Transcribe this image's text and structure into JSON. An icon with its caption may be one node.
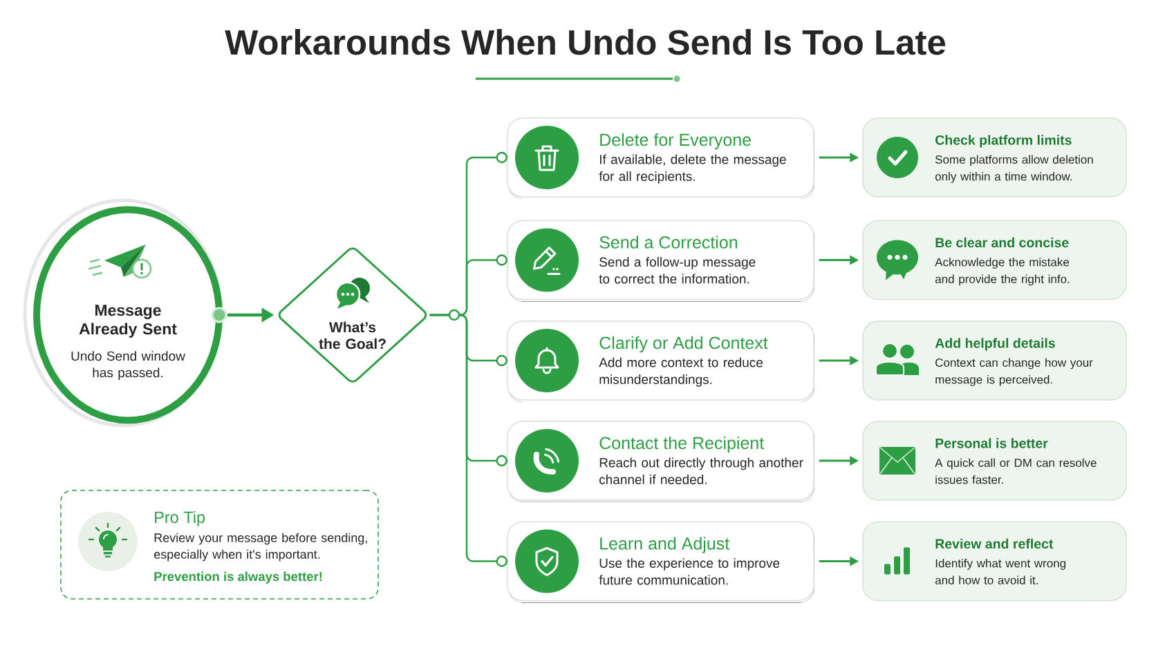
{
  "diagram": {
    "title": "Workarounds When Undo Send Is Too Late",
    "nodes": [
      {
        "text": [
          "Message Already Sent",
          "Undo Send window has passed."
        ]
      },
      {
        "text": [
          "What’s the Goal?"
        ]
      },
      {
        "text": [
          "Delete for Everyone",
          "If available, delete the message for all recipients."
        ]
      },
      {
        "text": [
          "Send a Correction",
          "Send a follow-up message to correct the information."
        ]
      },
      {
        "text": [
          "Clarify or Add Context",
          "Add more context to reduce misunderstandings."
        ]
      },
      {
        "text": [
          "Contact the Recipient",
          "Reach out directly through another channel if needed."
        ]
      },
      {
        "text": [
          "Learn and Adjust",
          "Use the experience to improve future communication."
        ]
      },
      {
        "text": [
          "Check platform limits",
          "Some platforms allow deletion only within a time window."
        ]
      },
      {
        "text": [
          "Be clear and concise",
          "Acknowledge the mistake and provide the right info."
        ]
      },
      {
        "text": [
          "Add helpful details",
          "Context can change how your message is perceived."
        ]
      },
      {
        "text": [
          "Personal is better",
          "A quick call or DM can resolve issues faster."
        ]
      },
      {
        "text": [
          "Review and reflect",
          "Identify what went wrong and how to avoid it."
        ]
      },
      {
        "text": [
          "Pro Tip",
          "Review your message before sending, especially when it's important.",
          "Prevention is always better!"
        ]
      }
    ],
    "edges": [
      {
        "from": 0,
        "to": 1,
        "arrow": "to"
      },
      {
        "from": 1,
        "to": 2,
        "arrow": "other"
      },
      {
        "from": 1,
        "to": 3,
        "arrow": "other"
      },
      {
        "from": 1,
        "to": 4,
        "arrow": "other"
      },
      {
        "from": 1,
        "to": 5,
        "arrow": "other"
      },
      {
        "from": 1,
        "to": 6,
        "arrow": "other"
      },
      {
        "from": 2,
        "to": 7,
        "arrow": "to"
      },
      {
        "from": 3,
        "to": 8,
        "arrow": "to"
      },
      {
        "from": 4,
        "to": 9,
        "arrow": "to"
      },
      {
        "from": 5,
        "to": 10,
        "arrow": "to"
      },
      {
        "from": 6,
        "to": 11,
        "arrow": "to"
      }
    ]
  }
}
